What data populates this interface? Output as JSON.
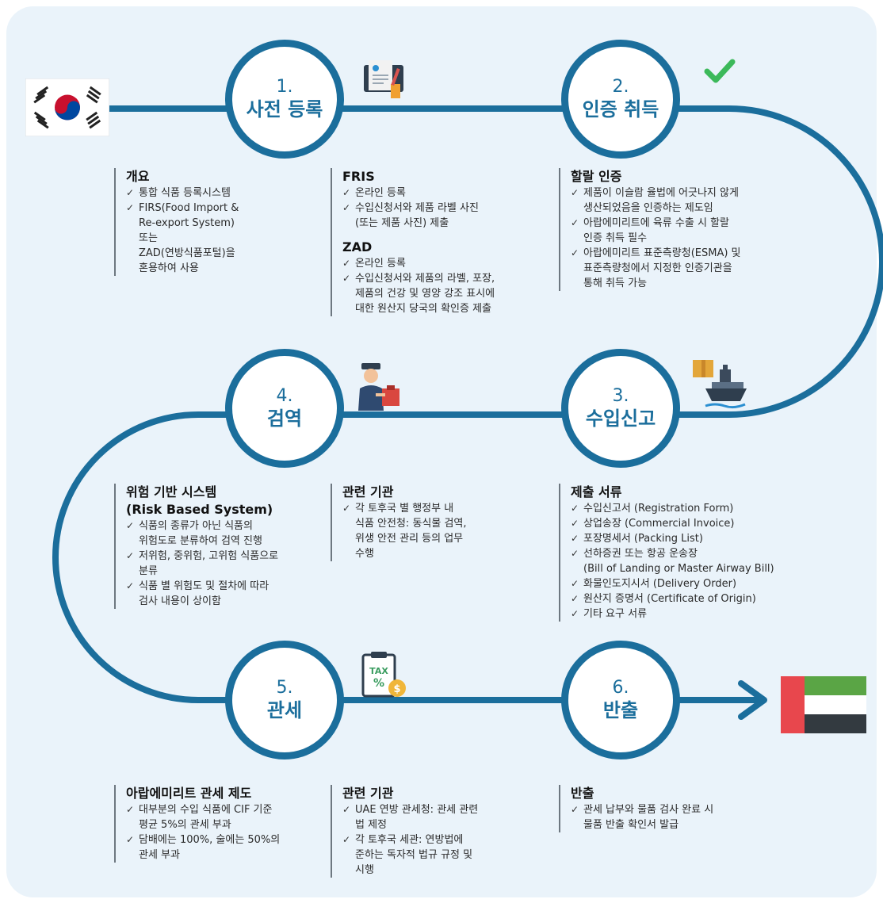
{
  "steps": [
    {
      "num": "1.",
      "title": "사전 등록"
    },
    {
      "num": "2.",
      "title": "인증 취득"
    },
    {
      "num": "3.",
      "title": "수입신고"
    },
    {
      "num": "4.",
      "title": "검역"
    },
    {
      "num": "5.",
      "title": "관세"
    },
    {
      "num": "6.",
      "title": "반출"
    }
  ],
  "overview": {
    "heading": "개요",
    "items": [
      "통합 식품 등록시스템",
      "FIRS(Food Import &\nRe-export System)\n또는\nZAD(연방식품포털)을\n혼용하여 사용"
    ]
  },
  "pre_registration": {
    "heading1": "FRIS",
    "items1": [
      "온라인 등록",
      "수입신청서와 제품 라벨 사진\n(또는 제품 사진) 제출"
    ],
    "heading2": "ZAD",
    "items2": [
      "온라인 등록",
      "수입신청서와 제품의 라벨, 포장,\n제품의 건강 및 영양 강조 표시에\n대한 원산지 당국의 확인증 제출"
    ]
  },
  "certification": {
    "heading": "할랄 인증",
    "items": [
      "제품이 이슬람 율법에 어긋나지 않게\n생산되었음을 인증하는 제도임",
      "아랍에미리트에 육류 수출 시 할랄\n인증 취득 필수",
      "아랍에미리트 표준측량청(ESMA) 및\n표준측량청에서 지정한 인증기관을\n통해 취득 가능"
    ]
  },
  "risk": {
    "heading": "위험 기반 시스템\n(Risk Based System)",
    "items": [
      "식품의 종류가 아닌 식품의\n위험도로 분류하여 검역 진행",
      "저위험, 중위험, 고위험 식품으로\n분류",
      "식품 별 위험도 및 절차에 따라\n검사 내용이 상이함"
    ]
  },
  "quarantine_agency": {
    "heading": "관련 기관",
    "items": [
      "각 토후국 별 행정부 내\n식품 안전청: 동식물 검역,\n위생 안전 관리 등의 업무\n수행"
    ]
  },
  "documents": {
    "heading": "제출 서류",
    "items": [
      "수입신고서 (Registration Form)",
      "상업송장 (Commercial Invoice)",
      "포장명세서 (Packing List)",
      "선하증권 또는 항공 운송장\n(Bill of Landing or Master Airway Bill)",
      "화물인도지시서 (Delivery Order)",
      "원산지 증명서 (Certificate of Origin)",
      "기타 요구 서류"
    ]
  },
  "tariff": {
    "heading": "아랍에미리트 관세 제도",
    "items": [
      "대부분의 수입 식품에 CIF 기준\n평균 5%의 관세 부과",
      "담배에는 100%, 술에는 50%의\n관세 부과"
    ]
  },
  "tariff_agency": {
    "heading": "관련 기관",
    "items": [
      "UAE 연방 관세청: 관세 관련\n법 제정",
      "각 토후국 세관: 연방법에\n준하는 독자적 법규 규정 및\n시행"
    ]
  },
  "release": {
    "heading": "반출",
    "items": [
      "관세 납부와 물품 검사 완료 시\n물품 반출 확인서 발급"
    ]
  },
  "icons": {
    "tax_label": "TAX",
    "tax_symbol": "%"
  },
  "colors": {
    "path": "#1b6e9c",
    "panel": "#eaf3fa",
    "check": "#3cb95a"
  }
}
